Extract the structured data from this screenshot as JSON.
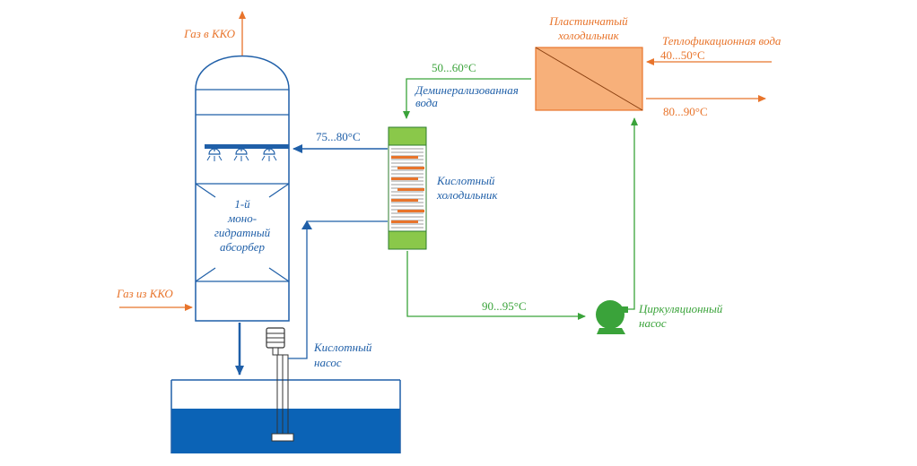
{
  "labels": {
    "gas_to_kko": "Газ в ККО",
    "gas_from_kko": "Газ из ККО",
    "absorber_line1": "1-й",
    "absorber_line2": "моно-",
    "absorber_line3": "гидратный",
    "absorber_line4": "абсорбер",
    "acid_pump_line1": "Кислотный",
    "acid_pump_line2": "насос",
    "acid_cooler_line1": "Кислотный",
    "acid_cooler_line2": "холодильник",
    "plate_cooler_line1": "Пластинчатый",
    "plate_cooler_line2": "холодильник",
    "heating_water": "Теплофикационная вода",
    "demin_water_line1": "Деминерализованная",
    "demin_water_line2": "вода",
    "circ_pump_line1": "Циркуляционный",
    "circ_pump_line2": "насос"
  },
  "temperatures": {
    "acid_to_absorber": "75...80°C",
    "demin_cold": "50...60°C",
    "heating_in": "40...50°C",
    "heating_out": "80...90°C",
    "circ_return": "90...95°C"
  },
  "colors": {
    "orange": "#e8742b",
    "blue": "#1f5fa8",
    "green": "#3aa33a",
    "tank_water": "#0b63b6",
    "plate_cooler_fill": "#f7b07a",
    "cooler_fill": "#8ac84a"
  }
}
